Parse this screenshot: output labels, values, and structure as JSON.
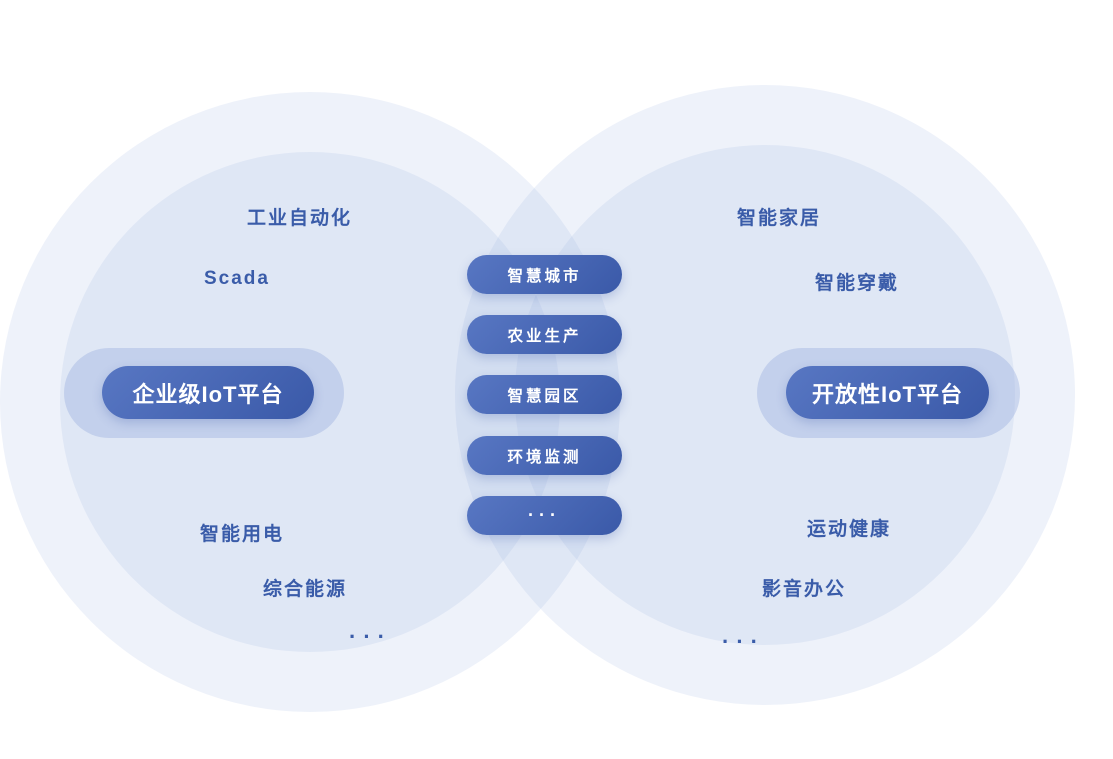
{
  "left": {
    "platform": "企业级IoT平台",
    "items": [
      "工业自动化",
      "Scada",
      "智能用电",
      "综合能源"
    ],
    "ellipsis": "···"
  },
  "right": {
    "platform": "开放性IoT平台",
    "items": [
      "智能家居",
      "智能穿戴",
      "运动健康",
      "影音办公"
    ],
    "ellipsis": "···"
  },
  "center": {
    "items": [
      "智慧城市",
      "农业生产",
      "智慧园区",
      "环境监测"
    ],
    "ellipsis": "···"
  },
  "colors": {
    "accent_text": "#3a5ca9",
    "pill_grad_start": "#5877c3",
    "pill_grad_end": "#3a59a8",
    "circle_fill": "#96acde"
  }
}
